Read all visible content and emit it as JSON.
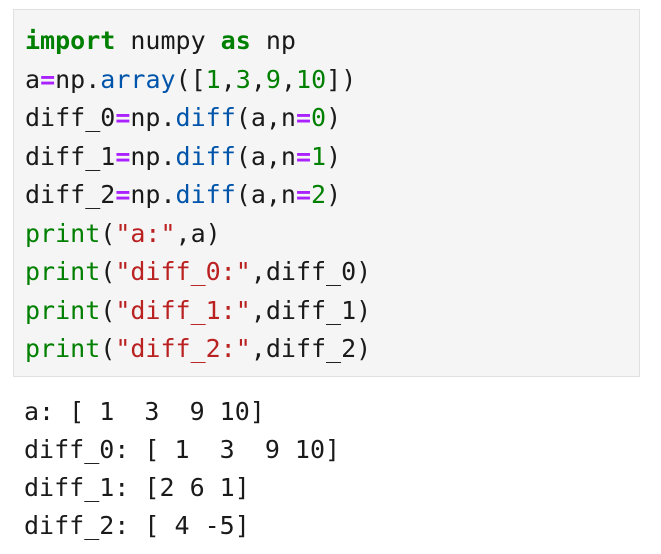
{
  "code": {
    "lines": [
      [
        {
          "t": "import",
          "c": "kw"
        },
        {
          "t": " numpy ",
          "c": "plain"
        },
        {
          "t": "as",
          "c": "kw"
        },
        {
          "t": " np",
          "c": "plain"
        }
      ],
      [
        {
          "t": "a",
          "c": "plain"
        },
        {
          "t": "=",
          "c": "op"
        },
        {
          "t": "np",
          "c": "plain"
        },
        {
          "t": ".",
          "c": "plain"
        },
        {
          "t": "array",
          "c": "attr"
        },
        {
          "t": "([",
          "c": "plain"
        },
        {
          "t": "1",
          "c": "num"
        },
        {
          "t": ",",
          "c": "plain"
        },
        {
          "t": "3",
          "c": "num"
        },
        {
          "t": ",",
          "c": "plain"
        },
        {
          "t": "9",
          "c": "num"
        },
        {
          "t": ",",
          "c": "plain"
        },
        {
          "t": "10",
          "c": "num"
        },
        {
          "t": "])",
          "c": "plain"
        }
      ],
      [
        {
          "t": "diff_0",
          "c": "plain"
        },
        {
          "t": "=",
          "c": "op"
        },
        {
          "t": "np",
          "c": "plain"
        },
        {
          "t": ".",
          "c": "plain"
        },
        {
          "t": "diff",
          "c": "attr"
        },
        {
          "t": "(a,n",
          "c": "plain"
        },
        {
          "t": "=",
          "c": "op"
        },
        {
          "t": "0",
          "c": "num"
        },
        {
          "t": ")",
          "c": "plain"
        }
      ],
      [
        {
          "t": "diff_1",
          "c": "plain"
        },
        {
          "t": "=",
          "c": "op"
        },
        {
          "t": "np",
          "c": "plain"
        },
        {
          "t": ".",
          "c": "plain"
        },
        {
          "t": "diff",
          "c": "attr"
        },
        {
          "t": "(a,n",
          "c": "plain"
        },
        {
          "t": "=",
          "c": "op"
        },
        {
          "t": "1",
          "c": "num"
        },
        {
          "t": ")",
          "c": "plain"
        }
      ],
      [
        {
          "t": "diff_2",
          "c": "plain"
        },
        {
          "t": "=",
          "c": "op"
        },
        {
          "t": "np",
          "c": "plain"
        },
        {
          "t": ".",
          "c": "plain"
        },
        {
          "t": "diff",
          "c": "attr"
        },
        {
          "t": "(a,n",
          "c": "plain"
        },
        {
          "t": "=",
          "c": "op"
        },
        {
          "t": "2",
          "c": "num"
        },
        {
          "t": ")",
          "c": "plain"
        }
      ],
      [
        {
          "t": "print",
          "c": "bi"
        },
        {
          "t": "(",
          "c": "plain"
        },
        {
          "t": "\"a:\"",
          "c": "str"
        },
        {
          "t": ",a)",
          "c": "plain"
        }
      ],
      [
        {
          "t": "print",
          "c": "bi"
        },
        {
          "t": "(",
          "c": "plain"
        },
        {
          "t": "\"diff_0:\"",
          "c": "str"
        },
        {
          "t": ",diff_0)",
          "c": "plain"
        }
      ],
      [
        {
          "t": "print",
          "c": "bi"
        },
        {
          "t": "(",
          "c": "plain"
        },
        {
          "t": "\"diff_1:\"",
          "c": "str"
        },
        {
          "t": ",diff_1)",
          "c": "plain"
        }
      ],
      [
        {
          "t": "print",
          "c": "bi"
        },
        {
          "t": "(",
          "c": "plain"
        },
        {
          "t": "\"diff_2:\"",
          "c": "str"
        },
        {
          "t": ",diff_2)",
          "c": "plain"
        }
      ]
    ]
  },
  "output": {
    "lines": [
      "a: [ 1  3  9 10]",
      "diff_0: [ 1  3  9 10]",
      "diff_1: [2 6 1]",
      "diff_2: [ 4 -5]"
    ]
  },
  "colors": {
    "keyword": "#008000",
    "operator": "#aa22ff",
    "number": "#008000",
    "attribute": "#0055aa",
    "builtin": "#008000",
    "string": "#ba2121",
    "cell_background": "#f5f5f5",
    "cell_border": "#e0e0e0"
  }
}
